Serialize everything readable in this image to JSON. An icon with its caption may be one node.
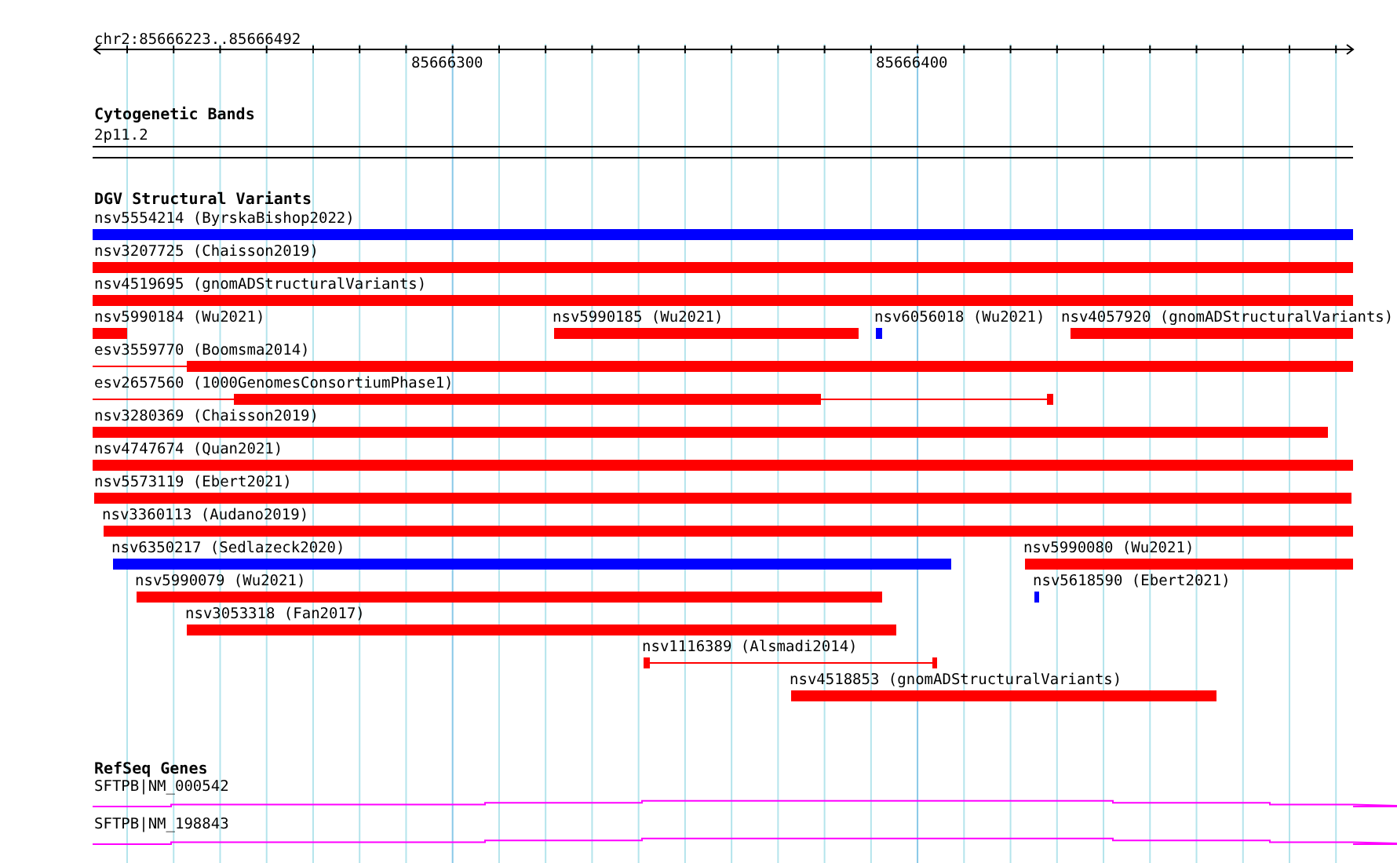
{
  "diagram": {
    "nodes": [
      {
        "text": [
          "nsv5554214 (ByrskaBishop2022)"
        ]
      },
      {
        "text": [
          "nsv3207725 (Chaisson2019)"
        ]
      },
      {
        "text": [
          "nsv4519695 (gnomADStructuralVariants)"
        ]
      },
      {
        "text": [
          "nsv5990184 (Wu2021)"
        ]
      },
      {
        "text": [
          "nsv5990185 (Wu2021)"
        ]
      },
      {
        "text": [
          "nsv6056018 (Wu2021)"
        ]
      },
      {
        "text": [
          "nsv4057920 (gnomADStructuralVariants)"
        ]
      },
      {
        "text": [
          "esv3559770 (Boomsma2014)"
        ]
      },
      {
        "text": [
          "esv2657560 (1000GenomesConsortiumPhase1)"
        ]
      },
      {
        "text": [
          "nsv3280369 (Chaisson2019)"
        ]
      },
      {
        "text": [
          "nsv4747674 (Quan2021)"
        ]
      },
      {
        "text": [
          "nsv5573119 (Ebert2021)"
        ]
      },
      {
        "text": [
          "nsv3360113 (Audano2019)"
        ]
      },
      {
        "text": [
          "nsv6350217 (Sedlazeck2020)"
        ]
      },
      {
        "text": [
          "nsv5990080 (Wu2021)"
        ]
      },
      {
        "text": [
          "nsv5990079 (Wu2021)"
        ]
      },
      {
        "text": [
          "nsv5618590 (Ebert2021)"
        ]
      },
      {
        "text": [
          "nsv3053318 (Fan2017)"
        ]
      },
      {
        "text": [
          "nsv1116389 (Alsmadi2014)"
        ]
      },
      {
        "text": [
          "nsv4518853 (gnomADStructuralVariants)"
        ]
      },
      {
        "text": [
          "SFTPB|NM_000542"
        ]
      },
      {
        "text": [
          "SFTPB|NM_198843"
        ]
      }
    ],
    "labels": [
      "chr2:85666223..85666492",
      "85666300",
      "85666400",
      "Cytogenetic Bands",
      "2p11.2",
      "DGV Structural Variants",
      "RefSeq Genes"
    ]
  }
}
